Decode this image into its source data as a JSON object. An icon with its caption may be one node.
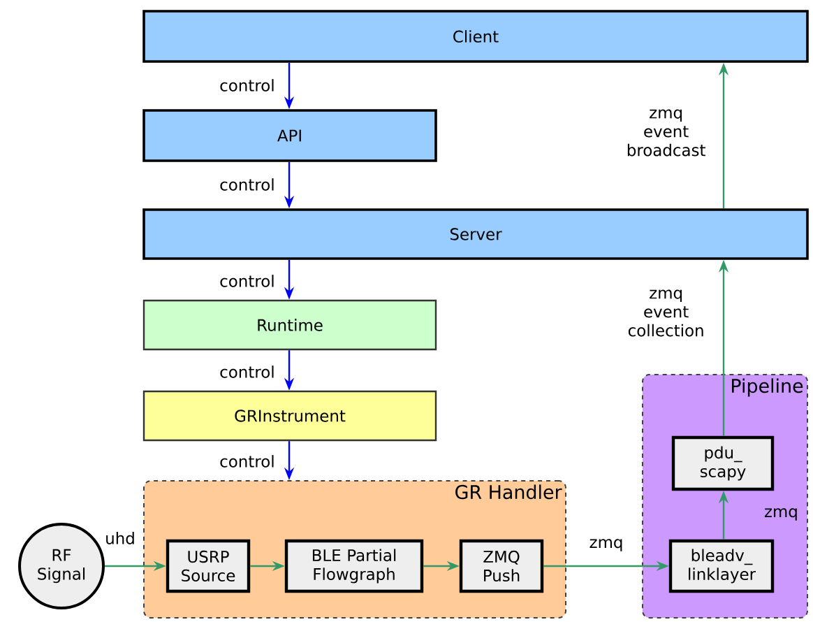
{
  "diagram": {
    "nodes": [
      {
        "text": [
          "Client"
        ]
      },
      {
        "text": [
          "API"
        ]
      },
      {
        "text": [
          "Server"
        ]
      },
      {
        "text": [
          "Runtime"
        ]
      },
      {
        "text": [
          "GRInstrument"
        ]
      },
      {
        "text": [
          "GR Handler"
        ]
      },
      {
        "text": [
          "RF Signal"
        ]
      },
      {
        "text": [
          "USRP Source"
        ],
        "in": 5
      },
      {
        "text": [
          "BLE Partial Flowgraph"
        ],
        "in": 5
      },
      {
        "text": [
          "ZMQ Push"
        ],
        "in": 5
      },
      {
        "text": [
          "Pipeline"
        ]
      },
      {
        "text": [
          "pdu_ scapy"
        ],
        "in": 10
      },
      {
        "text": [
          "bleadv_ linklayer"
        ],
        "in": 10
      }
    ],
    "edges": [
      {
        "from": 0,
        "to": 1,
        "arrow": "to",
        "label": "control",
        "color": "#0000ff"
      },
      {
        "from": 1,
        "to": 2,
        "arrow": "to",
        "label": "control",
        "color": "#0000ff"
      },
      {
        "from": 2,
        "to": 3,
        "arrow": "to",
        "label": "control",
        "color": "#0000ff"
      },
      {
        "from": 3,
        "to": 4,
        "arrow": "to",
        "label": "control",
        "color": "#0000ff"
      },
      {
        "from": 4,
        "to": 5,
        "arrow": "to",
        "label": "control",
        "color": "#0000ff"
      },
      {
        "from": 6,
        "to": 7,
        "arrow": "to",
        "label": "uhd"
      },
      {
        "from": 7,
        "to": 8,
        "arrow": "to"
      },
      {
        "from": 8,
        "to": 9,
        "arrow": "to"
      },
      {
        "from": 9,
        "to": 12,
        "arrow": "to",
        "label": "zmq"
      },
      {
        "from": 12,
        "to": 11,
        "arrow": "to",
        "label": "zmq"
      },
      {
        "from": 11,
        "to": 2,
        "arrow": "to",
        "label": "zmq event collection"
      },
      {
        "from": 2,
        "to": 0,
        "arrow": "to",
        "label": "zmq event broadcast"
      }
    ]
  }
}
